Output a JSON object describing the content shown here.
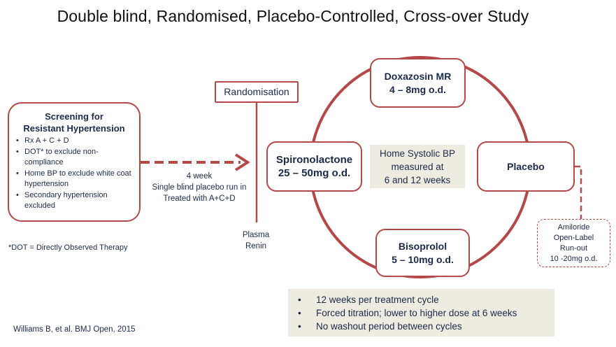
{
  "title": "Double blind, Randomised, Placebo-Controlled, Cross-over Study",
  "colors": {
    "accent": "#b5494a",
    "text": "#1b2a4a",
    "panel": "#eeebe1"
  },
  "screening": {
    "title_line1": "Screening for",
    "title_line2": "Resistant Hypertension",
    "items": [
      "Rx A + C + D",
      "DOT* to exclude non-compliance",
      "Home BP to exclude white coat hypertension",
      "Secondary hypertension excluded"
    ]
  },
  "footnote": "*DOT = Directly Observed Therapy",
  "runin": {
    "line1": "4 week",
    "line2": "Single blind placebo run in",
    "line3": "Treated with A+C+D"
  },
  "randomisation": "Randomisation",
  "plasma_renin": {
    "line1": "Plasma",
    "line2": "Renin"
  },
  "treatments": {
    "doxazosin": {
      "name": "Doxazosin MR",
      "dose": "4 – 8mg o.d."
    },
    "spironolactone": {
      "name": "Spironolactone",
      "dose": "25 – 50mg o.d."
    },
    "placebo": {
      "name": "Placebo"
    },
    "bisoprolol": {
      "name": "Bisoprolol",
      "dose": "5 – 10mg o.d."
    }
  },
  "home_bp": {
    "line1": "Home Systolic BP",
    "line2": "measured at",
    "line3": "6 and 12 weeks"
  },
  "amiloride": {
    "line1": "Amiloride",
    "line2": "Open-Label",
    "line3": "Run-out",
    "line4": "10 -20mg o.d."
  },
  "cycle_notes": [
    "12 weeks per treatment cycle",
    "Forced titration; lower to higher dose at 6 weeks",
    "No washout period between cycles"
  ],
  "citation": "Williams B, et al. BMJ Open, 2015"
}
